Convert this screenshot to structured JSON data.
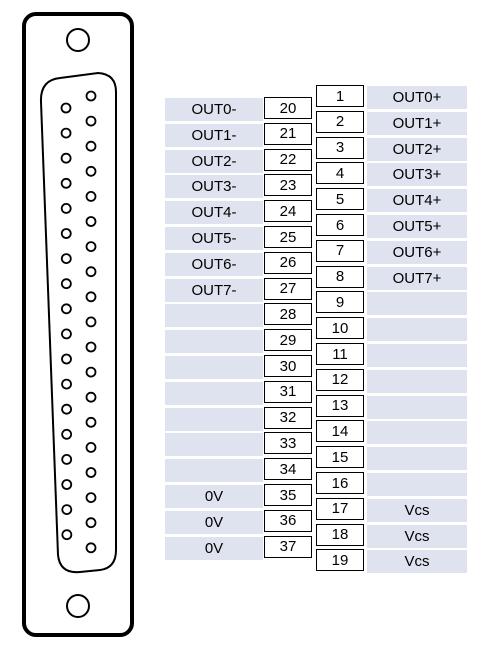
{
  "connector": {
    "pin_rows": [
      {
        "count": 19
      },
      {
        "count": 18
      }
    ],
    "mount_holes": 2
  },
  "left_pins": [
    {
      "pin": "20",
      "label": "OUT0-"
    },
    {
      "pin": "21",
      "label": "OUT1-"
    },
    {
      "pin": "22",
      "label": "OUT2-"
    },
    {
      "pin": "23",
      "label": "OUT3-"
    },
    {
      "pin": "24",
      "label": "OUT4-"
    },
    {
      "pin": "25",
      "label": "OUT5-"
    },
    {
      "pin": "26",
      "label": "OUT6-"
    },
    {
      "pin": "27",
      "label": "OUT7-"
    },
    {
      "pin": "28",
      "label": ""
    },
    {
      "pin": "29",
      "label": ""
    },
    {
      "pin": "30",
      "label": ""
    },
    {
      "pin": "31",
      "label": ""
    },
    {
      "pin": "32",
      "label": ""
    },
    {
      "pin": "33",
      "label": ""
    },
    {
      "pin": "34",
      "label": ""
    },
    {
      "pin": "35",
      "label": "0V"
    },
    {
      "pin": "36",
      "label": "0V"
    },
    {
      "pin": "37",
      "label": "0V"
    }
  ],
  "right_pins": [
    {
      "pin": "1",
      "label": "OUT0+"
    },
    {
      "pin": "2",
      "label": "OUT1+"
    },
    {
      "pin": "3",
      "label": "OUT2+"
    },
    {
      "pin": "4",
      "label": "OUT3+"
    },
    {
      "pin": "5",
      "label": "OUT4+"
    },
    {
      "pin": "6",
      "label": "OUT5+"
    },
    {
      "pin": "7",
      "label": "OUT6+"
    },
    {
      "pin": "8",
      "label": "OUT7+"
    },
    {
      "pin": "9",
      "label": ""
    },
    {
      "pin": "10",
      "label": ""
    },
    {
      "pin": "11",
      "label": ""
    },
    {
      "pin": "12",
      "label": ""
    },
    {
      "pin": "13",
      "label": ""
    },
    {
      "pin": "14",
      "label": ""
    },
    {
      "pin": "15",
      "label": ""
    },
    {
      "pin": "16",
      "label": ""
    },
    {
      "pin": "17",
      "label": "Vcs"
    },
    {
      "pin": "18",
      "label": "Vcs"
    },
    {
      "pin": "19",
      "label": "Vcs"
    }
  ],
  "colors": {
    "row_fill": "#dfe3ef",
    "outline": "#000000"
  }
}
